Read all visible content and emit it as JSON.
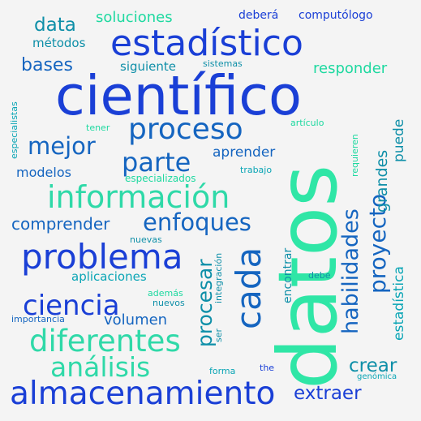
{
  "palette": {
    "background": "#f4f4f4",
    "blue": "#1a3fd6",
    "mid_blue": "#1565c0",
    "teal": "#0e8fa8",
    "cyan": "#0aa5b5",
    "green": "#1ed9a0",
    "mint": "#2fe6a6"
  },
  "words": [
    {
      "id": "cientifico",
      "text": "científico",
      "color": "#1a3fd6"
    },
    {
      "id": "datos",
      "text": "datos",
      "color": "#2fe6a6"
    },
    {
      "id": "estadistico",
      "text": "estadístico",
      "color": "#1a3fd6"
    },
    {
      "id": "informacion",
      "text": "información",
      "color": "#2fd9a8"
    },
    {
      "id": "almacenamiento",
      "text": "almacenamiento",
      "color": "#1a3fd6"
    },
    {
      "id": "problema",
      "text": "problema",
      "color": "#1a3fd6"
    },
    {
      "id": "proceso",
      "text": "proceso",
      "color": "#1565c0"
    },
    {
      "id": "cada",
      "text": "cada",
      "color": "#1565c0"
    },
    {
      "id": "diferentes",
      "text": "diferentes",
      "color": "#2fd9a8"
    },
    {
      "id": "ciencia",
      "text": "ciencia",
      "color": "#1a3fd6"
    },
    {
      "id": "parte",
      "text": "parte",
      "color": "#1565c0"
    },
    {
      "id": "analisis",
      "text": "análisis",
      "color": "#2fd9a8"
    },
    {
      "id": "enfoques",
      "text": "enfoques",
      "color": "#1565c0"
    },
    {
      "id": "mejor",
      "text": "mejor",
      "color": "#1565c0"
    },
    {
      "id": "habilidades",
      "text": "habilidades",
      "color": "#1565c0"
    },
    {
      "id": "proyecto",
      "text": "proyecto",
      "color": "#1565c0"
    },
    {
      "id": "procesar",
      "text": "procesar",
      "color": "#0e8fa8"
    },
    {
      "id": "extraer",
      "text": "extraer",
      "color": "#1a3fd6"
    },
    {
      "id": "crear",
      "text": "crear",
      "color": "#0e8fa8"
    },
    {
      "id": "comprender",
      "text": "comprender",
      "color": "#1565c0"
    },
    {
      "id": "data",
      "text": "data",
      "color": "#0e8fa8"
    },
    {
      "id": "bases",
      "text": "bases",
      "color": "#1565c0"
    },
    {
      "id": "volumen",
      "text": "volumen",
      "color": "#1565c0"
    },
    {
      "id": "soluciones",
      "text": "soluciones",
      "color": "#1ed9a0"
    },
    {
      "id": "grandes",
      "text": "grandes",
      "color": "#0e8fa8"
    },
    {
      "id": "responder",
      "text": "responder",
      "color": "#1ed9a0"
    },
    {
      "id": "aprender",
      "text": "aprender",
      "color": "#1565c0"
    },
    {
      "id": "modelos",
      "text": "modelos",
      "color": "#1565c0"
    },
    {
      "id": "puede",
      "text": "puede",
      "color": "#0e8fa8"
    },
    {
      "id": "estadistica",
      "text": "estadística",
      "color": "#0aa5b5"
    },
    {
      "id": "aplicaciones",
      "text": "aplicaciones",
      "color": "#0aa5b5"
    },
    {
      "id": "encontrar",
      "text": "encontrar",
      "color": "#0e8fa8"
    },
    {
      "id": "siguiente",
      "text": "siguiente",
      "color": "#0e8fa8"
    },
    {
      "id": "metodos",
      "text": "métodos",
      "color": "#0e8fa8"
    },
    {
      "id": "debera",
      "text": "deberá",
      "color": "#1a3fd6"
    },
    {
      "id": "computologo",
      "text": "computólogo",
      "color": "#1a3fd6"
    },
    {
      "id": "sistemas",
      "text": "sistemas",
      "color": "#0e8fa8"
    },
    {
      "id": "especialistas",
      "text": "especialistas",
      "color": "#0aa5b5"
    },
    {
      "id": "tener",
      "text": "tener",
      "color": "#1ed9a0"
    },
    {
      "id": "articulo",
      "text": "artículo",
      "color": "#1ed9a0"
    },
    {
      "id": "especializados",
      "text": "especializados",
      "color": "#1ed9a0"
    },
    {
      "id": "trabajo",
      "text": "trabajo",
      "color": "#0aa5b5"
    },
    {
      "id": "requieren",
      "text": "requieren",
      "color": "#1ed9a0"
    },
    {
      "id": "nuevas",
      "text": "nuevas",
      "color": "#0e8fa8"
    },
    {
      "id": "integracion",
      "text": "integración",
      "color": "#0e8fa8"
    },
    {
      "id": "ademas",
      "text": "además",
      "color": "#1ed9a0"
    },
    {
      "id": "nuevos",
      "text": "nuevos",
      "color": "#0e8fa8"
    },
    {
      "id": "importancia",
      "text": "importancia",
      "color": "#1565c0"
    },
    {
      "id": "ser",
      "text": "ser",
      "color": "#0e8fa8"
    },
    {
      "id": "debe",
      "text": "debe",
      "color": "#0e8fa8"
    },
    {
      "id": "forma",
      "text": "forma",
      "color": "#0aa5b5"
    },
    {
      "id": "the",
      "text": "the",
      "color": "#1a3fd6"
    },
    {
      "id": "genomica",
      "text": "genómica",
      "color": "#0aa5b5"
    }
  ]
}
